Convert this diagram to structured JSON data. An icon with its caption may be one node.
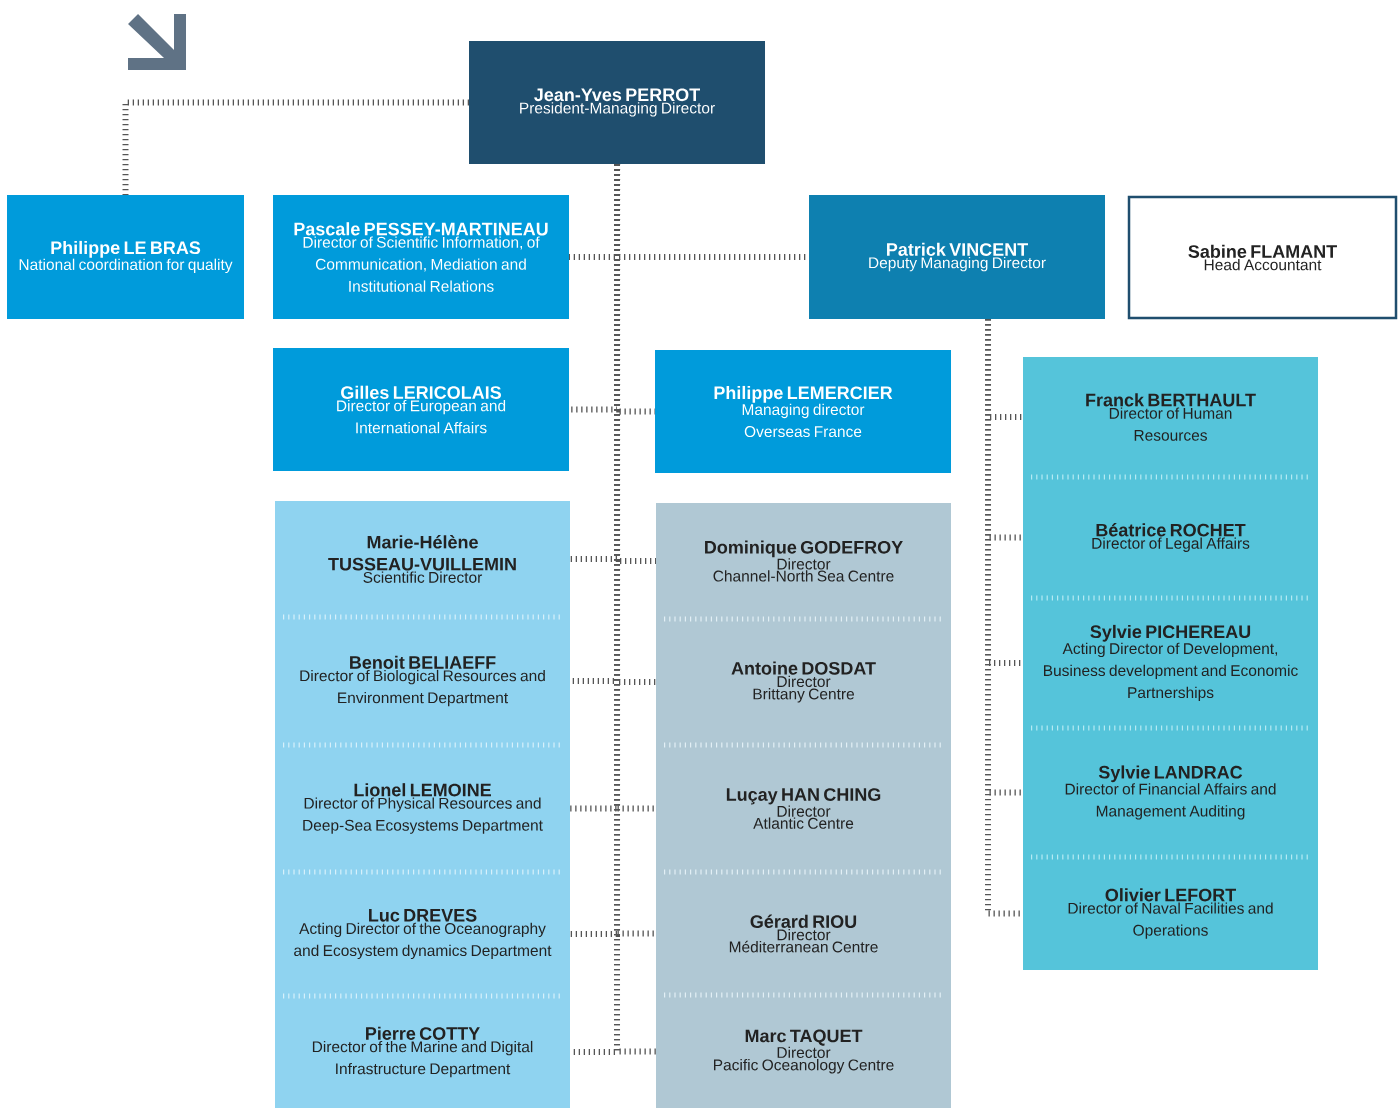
{
  "diagram": {
    "nodes": [
      {
        "text": [
          "Jean-Yves PERROT",
          "President-Managing Director"
        ]
      },
      {
        "text": [
          "Philippe LE BRAS",
          "National coordination for quality"
        ]
      },
      {
        "text": [
          "Pascale PESSEY-MARTINEAU",
          "Director of Scientific Information, of Communication, Mediation and Institutional Relations"
        ]
      },
      {
        "text": [
          "Patrick VINCENT",
          "Deputy Managing Director"
        ]
      },
      {
        "text": [
          "Sabine FLAMANT",
          "Head Accountant"
        ]
      },
      {
        "text": [
          "Gilles LERICOLAIS",
          "Director of European and International Affairs"
        ]
      },
      {
        "text": [
          "Philippe LEMERCIER",
          "Managing director Overseas France"
        ]
      },
      {
        "text": [],
        "shape": "box"
      },
      {
        "text": [
          "Franck BERTHAULT",
          "Director of Human Resources"
        ],
        "in": 7
      },
      {
        "text": [
          "Béatrice ROCHET",
          "Director of Legal Affairs"
        ],
        "in": 7
      },
      {
        "text": [
          "Sylvie PICHEREAU",
          "Acting Director of Development, Business development and Economic Partnerships"
        ],
        "in": 7
      },
      {
        "text": [
          "Sylvie LANDRAC",
          "Director of Financial Affairs and Management Auditing"
        ],
        "in": 7
      },
      {
        "text": [
          "Olivier LEFORT",
          "Director of Naval Facilities and Operations"
        ],
        "in": 7
      },
      {
        "text": [],
        "shape": "box"
      },
      {
        "text": [
          "Marie-Hélène TUSSEAU-VUILLEMIN",
          "Scientific Director"
        ],
        "in": 13
      },
      {
        "text": [
          "Benoit BELIAEFF",
          "Director of Biological Resources and Environment Department"
        ],
        "in": 13
      },
      {
        "text": [
          "Lionel LEMOINE",
          "Director of Physical Resources and Deep-Sea Ecosystems Department"
        ],
        "in": 13
      },
      {
        "text": [
          "Luc DREVES",
          "Acting Director of the Oceanography and Ecosystem dynamics Department"
        ],
        "in": 13
      },
      {
        "text": [
          "Pierre COTTY",
          "Director of the Marine and Digital Infrastructure Department"
        ],
        "in": 13
      },
      {
        "text": [],
        "shape": "box"
      },
      {
        "text": [
          "Dominique GODEFROY",
          "Director",
          "Channel-North Sea Centre"
        ],
        "in": 19
      },
      {
        "text": [
          "Antoine DOSDAT",
          "Director",
          "Brittany Centre"
        ],
        "in": 19
      },
      {
        "text": [
          "Luçay HAN CHING",
          "Director",
          "Atlantic Centre"
        ],
        "in": 19
      },
      {
        "text": [
          "Gérard RIOU",
          "Director",
          "Méditerranean Centre"
        ],
        "in": 19
      },
      {
        "text": [
          "Marc TAQUET",
          "Director",
          "Pacific Oceanology Centre"
        ],
        "in": 19
      }
    ],
    "edges": [
      {
        "from": 0,
        "to": 1,
        "arrow": "none"
      },
      {
        "from": 0,
        "to": 2,
        "arrow": "none"
      },
      {
        "from": 0,
        "to": 3,
        "arrow": "none"
      },
      {
        "from": 0,
        "to": 5,
        "arrow": "none"
      },
      {
        "from": 0,
        "to": 6,
        "arrow": "none"
      },
      {
        "from": 0,
        "to": 14,
        "arrow": "none"
      },
      {
        "from": 0,
        "to": 15,
        "arrow": "none"
      },
      {
        "from": 0,
        "to": 16,
        "arrow": "none"
      },
      {
        "from": 0,
        "to": 17,
        "arrow": "none"
      },
      {
        "from": 0,
        "to": 18,
        "arrow": "none"
      },
      {
        "from": 0,
        "to": 20,
        "arrow": "none"
      },
      {
        "from": 0,
        "to": 21,
        "arrow": "none"
      },
      {
        "from": 0,
        "to": 22,
        "arrow": "none"
      },
      {
        "from": 0,
        "to": 23,
        "arrow": "none"
      },
      {
        "from": 0,
        "to": 24,
        "arrow": "none"
      },
      {
        "from": 3,
        "to": 8,
        "arrow": "none"
      },
      {
        "from": 3,
        "to": 9,
        "arrow": "none"
      },
      {
        "from": 3,
        "to": 10,
        "arrow": "none"
      },
      {
        "from": 3,
        "to": 11,
        "arrow": "none"
      },
      {
        "from": 3,
        "to": 12,
        "arrow": "none"
      }
    ]
  }
}
